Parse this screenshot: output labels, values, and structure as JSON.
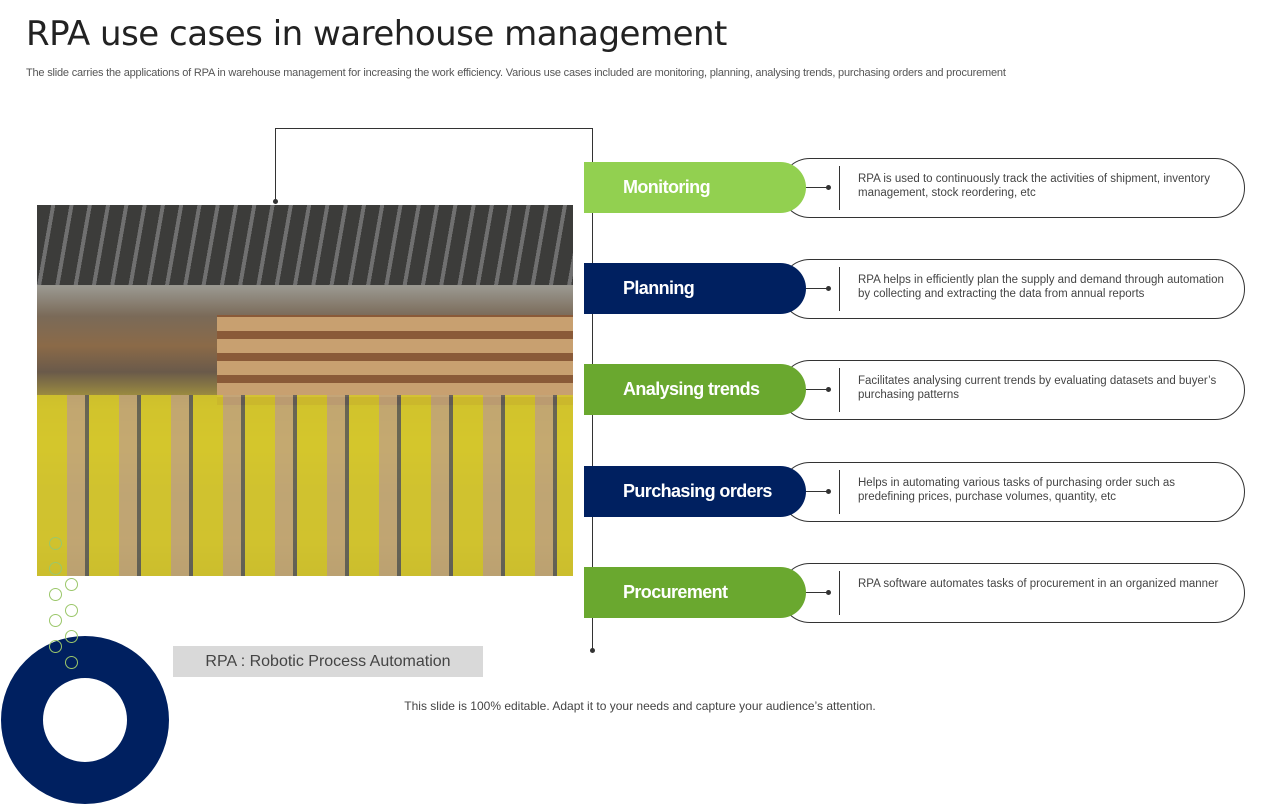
{
  "title": "RPA use cases in warehouse management",
  "subtitle": "The slide carries the applications of RPA in warehouse management for increasing the work efficiency. Various use cases included are monitoring, planning, analysing trends, purchasing orders and procurement",
  "use_cases": [
    {
      "label": "Monitoring",
      "color": "#92d050",
      "description": "RPA is used to continuously track the activities of shipment, inventory management, stock reordering, etc"
    },
    {
      "label": "Planning",
      "color": "#002060",
      "description": "RPA helps in efficiently plan the supply and demand through automation by collecting and extracting the data from annual reports"
    },
    {
      "label": "Analysing trends",
      "color": "#6aa82f",
      "description": "Facilitates analysing current trends by evaluating datasets and buyer’s purchasing patterns"
    },
    {
      "label": "Purchasing orders",
      "color": "#002060",
      "description": "Helps in automating various tasks of purchasing order such as predefining prices, purchase volumes, quantity, etc"
    },
    {
      "label": "Procurement",
      "color": "#6aa82f",
      "description": "RPA software automates tasks of procurement in an organized manner"
    }
  ],
  "note": "RPA : Robotic Process Automation",
  "footer": "This slide is 100% editable. Adapt it to your needs and capture your audience’s attention."
}
